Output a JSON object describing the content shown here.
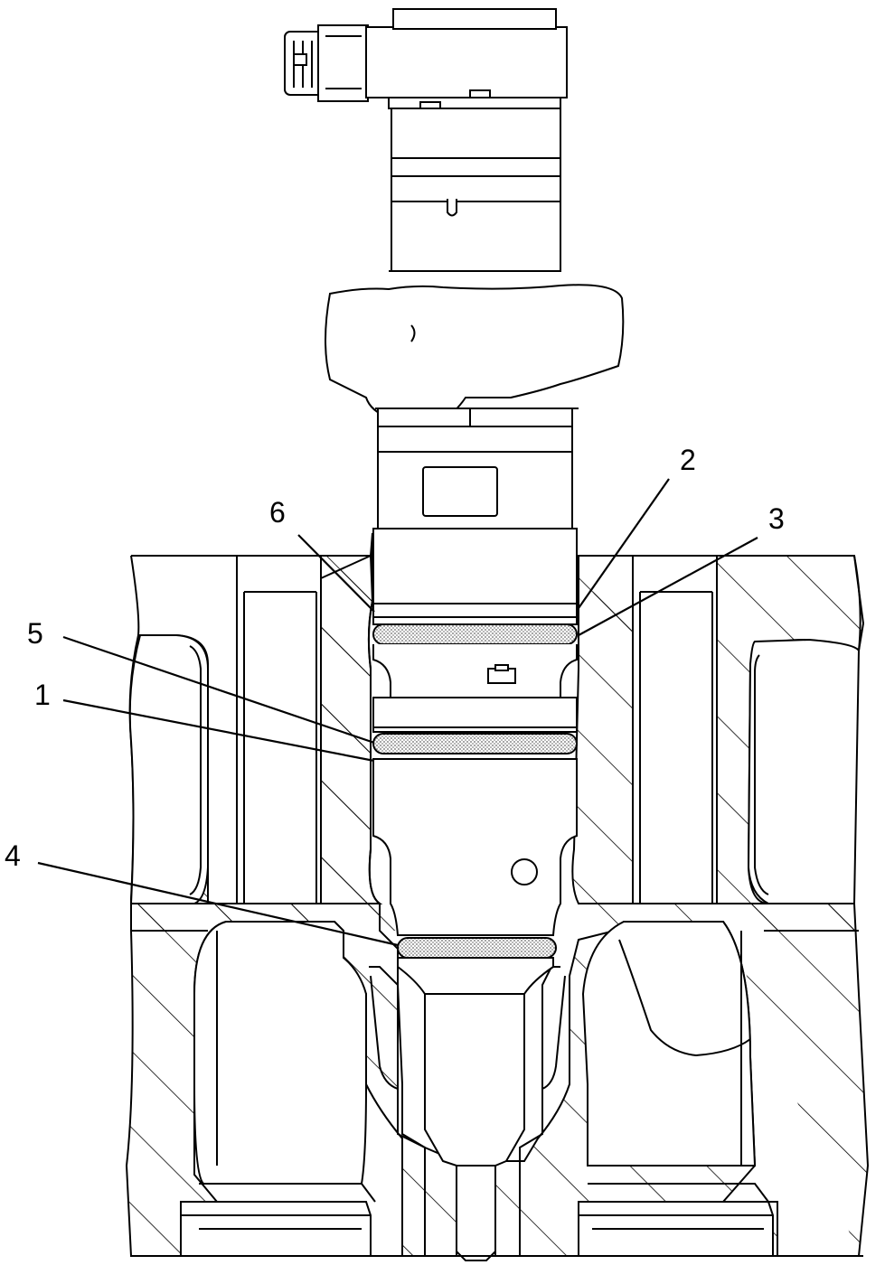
{
  "diagram": {
    "callouts": [
      {
        "id": "1",
        "label": "1"
      },
      {
        "id": "2",
        "label": "2"
      },
      {
        "id": "3",
        "label": "3"
      },
      {
        "id": "4",
        "label": "4"
      },
      {
        "id": "5",
        "label": "5"
      },
      {
        "id": "6",
        "label": "6"
      }
    ]
  },
  "colors": {
    "line": "#000000",
    "background": "#ffffff",
    "seal_fill": "#d9d9d9"
  }
}
